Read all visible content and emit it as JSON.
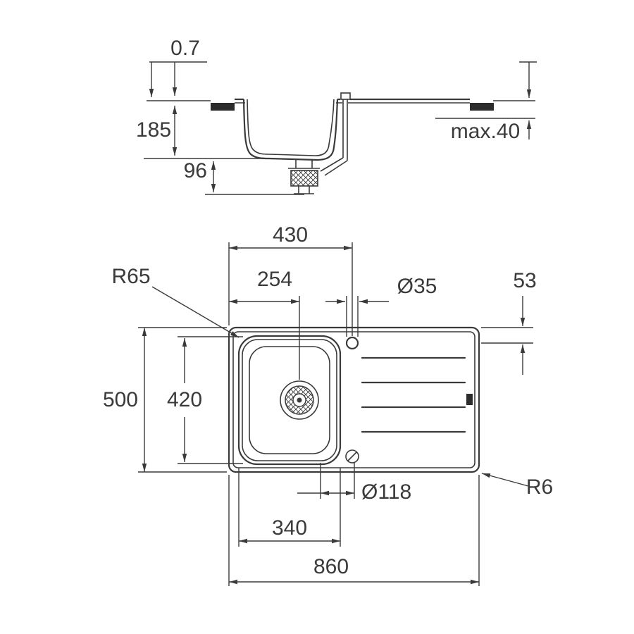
{
  "drawing": {
    "type": "sink-installation-technical-drawing",
    "colors": {
      "line": "#3a3a3a",
      "background": "#ffffff"
    },
    "side_view": {
      "thickness": "0.7",
      "bowl_depth": "185",
      "trap_depth": "96",
      "counter_max": "max.40"
    },
    "plan_view": {
      "left_to_tap": "430",
      "left_to_drain": "254",
      "tap_dia": "Ø35",
      "tap_offset": "53",
      "bowl_radius": "R65",
      "depth": "500",
      "bowl_length": "420",
      "drain_dia": "Ø118",
      "corner_radius": "R6",
      "bowl_width": "340",
      "width": "860"
    }
  }
}
